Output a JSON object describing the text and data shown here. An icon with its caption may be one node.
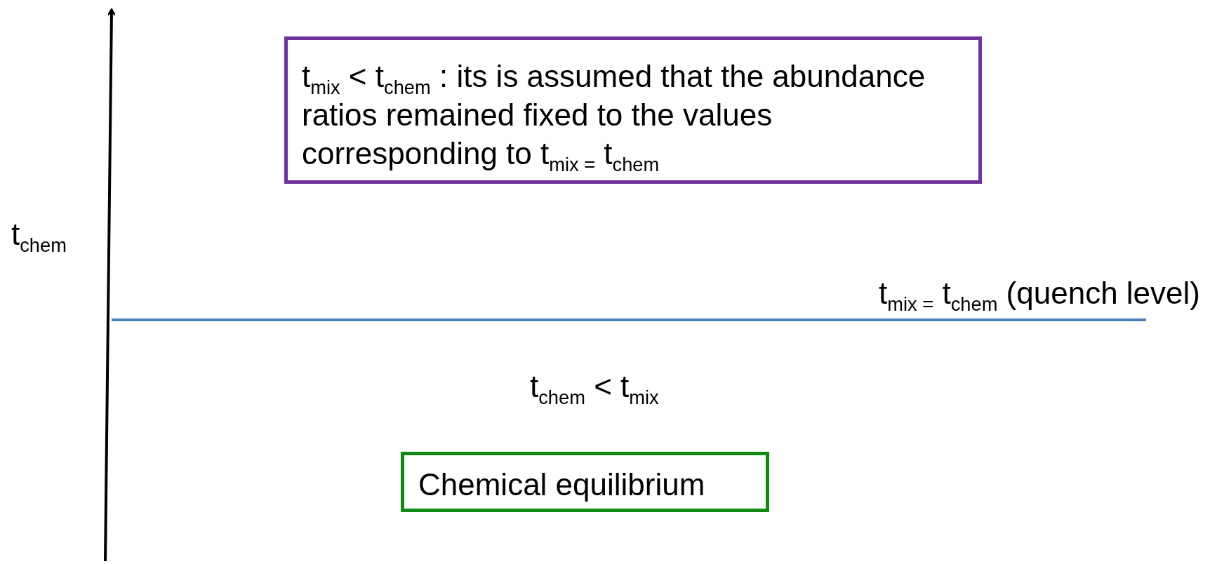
{
  "diagram": {
    "nodes": [
      {
        "text": [
          "t$_{mix}$ < t$_{chem}$ : its is assumed that the abundance ratios remained fixed to the values corresponding to t$_{mix =}$ t$_{chem}$"
        ]
      },
      {
        "text": [
          "Chemical equilibrium"
        ]
      }
    ],
    "edges": [],
    "labels": [
      "t$_{chem}$",
      "t$_{mix =}$ t$_{chem}$ (quench level)",
      "t$_{chem}$ < t$_{mix}$"
    ]
  }
}
